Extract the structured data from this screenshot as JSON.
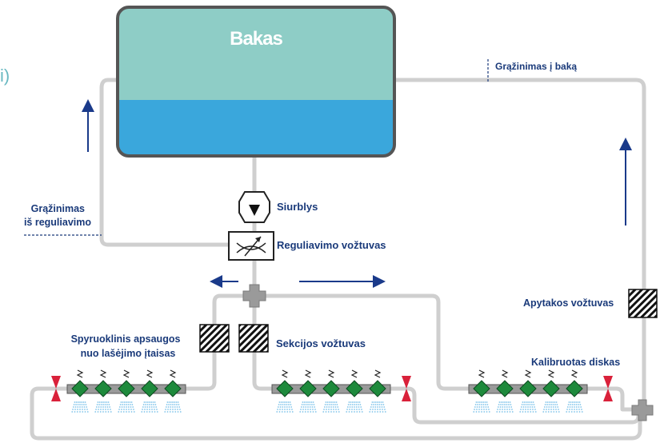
{
  "panel_letter": "i)",
  "tank": {
    "label": "Bakas"
  },
  "labels": {
    "return_to_tank": "Grąžinimas į baką",
    "return_from_regulation_line1": "Grąžinimas",
    "return_from_regulation_line2": "iš reguliavimo",
    "pump": "Siurblys",
    "regulating_valve": "Reguliavimo vožtuvas",
    "bypass_valve": "Apytakos vožtuvas",
    "anti_drip_line1": "Spyruoklinis apsaugos",
    "anti_drip_line2": "nuo lašėjimo įtaisas",
    "section_valve": "Sekcijos vožtuvas",
    "calibrated_disk": "Kalibruotas diskas"
  },
  "colors": {
    "tank_top": "#8ecdc6",
    "tank_water": "#3aa7dc",
    "tank_border": "#555555",
    "pipe": "#cfcfcf",
    "label_text": "#1a3a7a",
    "arrow": "#1a3a8a",
    "nozzle": "#1e8a3c",
    "spray": "#7fc3ea",
    "check_valve": "#d9213a",
    "panel_letter": "#6ab9c2"
  },
  "icons": [
    "pump-icon",
    "regulating-valve-icon",
    "section-valve-icon",
    "bypass-valve-icon",
    "nozzle-icon",
    "check-valve-icon",
    "cross-fitting-icon"
  ]
}
